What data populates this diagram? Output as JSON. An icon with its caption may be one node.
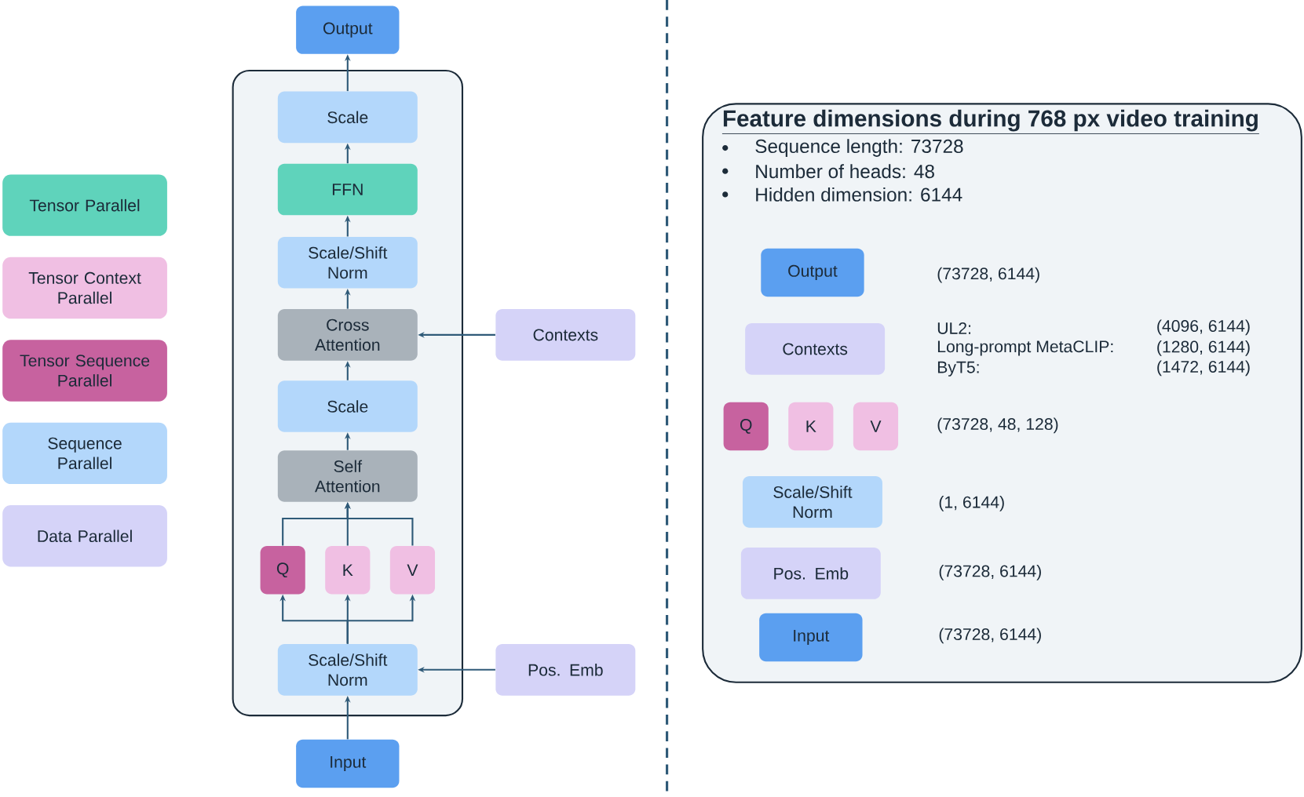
{
  "diagram": {
    "nodes": [
      {
        "text": [
          "Output"
        ]
      },
      {
        "text": [],
        "shape": "box"
      },
      {
        "text": [
          "Scale"
        ],
        "in": 1
      },
      {
        "text": [
          "FFN"
        ],
        "in": 1
      },
      {
        "text": [
          "Scale/Shift Norm"
        ],
        "in": 1
      },
      {
        "text": [
          "Cross Attention"
        ],
        "in": 1
      },
      {
        "text": [
          "Scale"
        ],
        "in": 1
      },
      {
        "text": [
          "Self Attention"
        ],
        "in": 1
      },
      {
        "text": [
          "Q"
        ],
        "in": 1
      },
      {
        "text": [
          "K"
        ],
        "in": 1
      },
      {
        "text": [
          "V"
        ],
        "in": 1
      },
      {
        "text": [
          "Scale/Shift Norm"
        ],
        "in": 1
      },
      {
        "text": [
          "Input"
        ]
      },
      {
        "text": [
          "Contexts"
        ]
      },
      {
        "text": [
          "Pos. Emb"
        ]
      },
      {
        "text": [
          "Feature dimensions during 768 px video training",
          "Sequence length: 73728",
          "Number of heads: 48",
          "Hidden dimension: 6144"
        ]
      },
      {
        "text": [
          "Output"
        ],
        "in": 15
      },
      {
        "text": [
          "Contexts"
        ],
        "in": 15
      },
      {
        "text": [
          "Q"
        ],
        "in": 15
      },
      {
        "text": [
          "K"
        ],
        "in": 15
      },
      {
        "text": [
          "V"
        ],
        "in": 15
      },
      {
        "text": [
          "Scale/Shift Norm"
        ],
        "in": 15
      },
      {
        "text": [
          "Pos. Emb"
        ],
        "in": 15
      },
      {
        "text": [
          "Input"
        ],
        "in": 15
      }
    ],
    "edges": [
      {
        "from": 12,
        "to": 11,
        "arrow": "to"
      },
      {
        "from": 14,
        "to": 11,
        "arrow": "to"
      },
      {
        "from": 11,
        "to": 8,
        "arrow": "to"
      },
      {
        "from": 11,
        "to": 9,
        "arrow": "to"
      },
      {
        "from": 11,
        "to": 10,
        "arrow": "to"
      },
      {
        "from": 8,
        "to": 7,
        "arrow": "to"
      },
      {
        "from": 9,
        "to": 7,
        "arrow": "to"
      },
      {
        "from": 10,
        "to": 7,
        "arrow": "to"
      },
      {
        "from": 7,
        "to": 6,
        "arrow": "to"
      },
      {
        "from": 6,
        "to": 5,
        "arrow": "to"
      },
      {
        "from": 13,
        "to": 5,
        "arrow": "to"
      },
      {
        "from": 5,
        "to": 4,
        "arrow": "to"
      },
      {
        "from": 4,
        "to": 3,
        "arrow": "to"
      },
      {
        "from": 3,
        "to": 2,
        "arrow": "to"
      },
      {
        "from": 2,
        "to": 0,
        "arrow": "to"
      }
    ],
    "labels": [
      "(73728, 6144)",
      "UL2:",
      "(4096, 6144)",
      "Long-prompt MetaCLIP:",
      "(1280, 6144)",
      "ByT5:",
      "(1472, 6144)",
      "(73728, 48, 128)",
      "(1, 6144)",
      "(73728, 6144)",
      "(73728, 6144)"
    ],
    "legend": [
      {
        "text": "Tensor Parallel",
        "color": "#5fd3bb"
      },
      {
        "text": "Tensor Context Parallel",
        "color": "#f0bfe3"
      },
      {
        "text": "Tensor Sequence Parallel",
        "color": "#c7629f"
      },
      {
        "text": "Sequence Parallel",
        "color": "#b3d7fb"
      },
      {
        "text": "Data Parallel",
        "color": "#d5d3f8"
      }
    ]
  }
}
